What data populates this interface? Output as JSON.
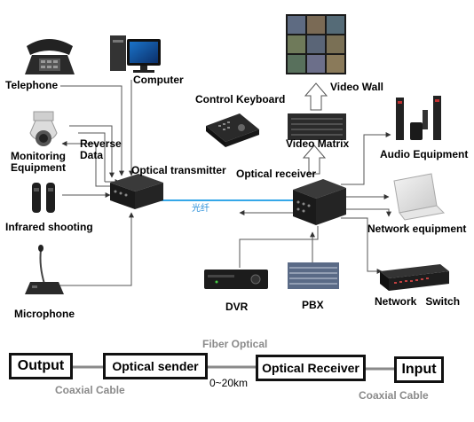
{
  "labels": {
    "telephone": "Telephone",
    "computer": "Computer",
    "video_wall": "Video Wall",
    "control_keyboard": "Control Keyboard",
    "audio_equipment": "Audio Equipment",
    "monitoring_equipment": "Monitoring\nEquipment",
    "reverse_data": "Reverse\nData",
    "video_matrix": "Video Matrix",
    "optical_transmitter": "Optical transmitter",
    "optical_receiver": "Optical receiver",
    "fiber_link": "光纤",
    "infrared_shooting": "Infrared shooting",
    "network_equipment": "Network equipment",
    "microphone": "Microphone",
    "dvr": "DVR",
    "pbx": "PBX",
    "network_switch": "Network   Switch"
  },
  "bottom_flow": {
    "output": "Output",
    "optical_sender": "Optical sender",
    "optical_receiver": "Optical Receiver",
    "input": "Input",
    "fiber_optical": "Fiber Optical",
    "distance": "0~20km",
    "coaxial_left": "Coaxial Cable",
    "coaxial_right": "Coaxial Cable"
  },
  "colors": {
    "fiber_line": "#35a7e8",
    "link_line": "#555555",
    "device_dark": "#1c1c1c",
    "label_gray": "#8a8a8a"
  }
}
